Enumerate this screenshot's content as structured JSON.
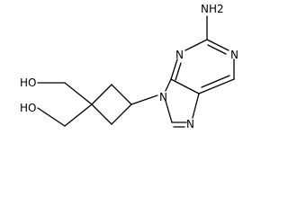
{
  "molecule": {
    "labels": {
      "amine": "NH2",
      "hydroxyl_top": "HO",
      "hydroxyl_bottom": "HO",
      "n_pyrimidine_upper_left": "N",
      "n_pyrimidine_right": "N",
      "n_imidazole_linked": "N",
      "n_imidazole_lower": "N"
    },
    "bond_color": "#000000",
    "background": "#ffffff"
  }
}
